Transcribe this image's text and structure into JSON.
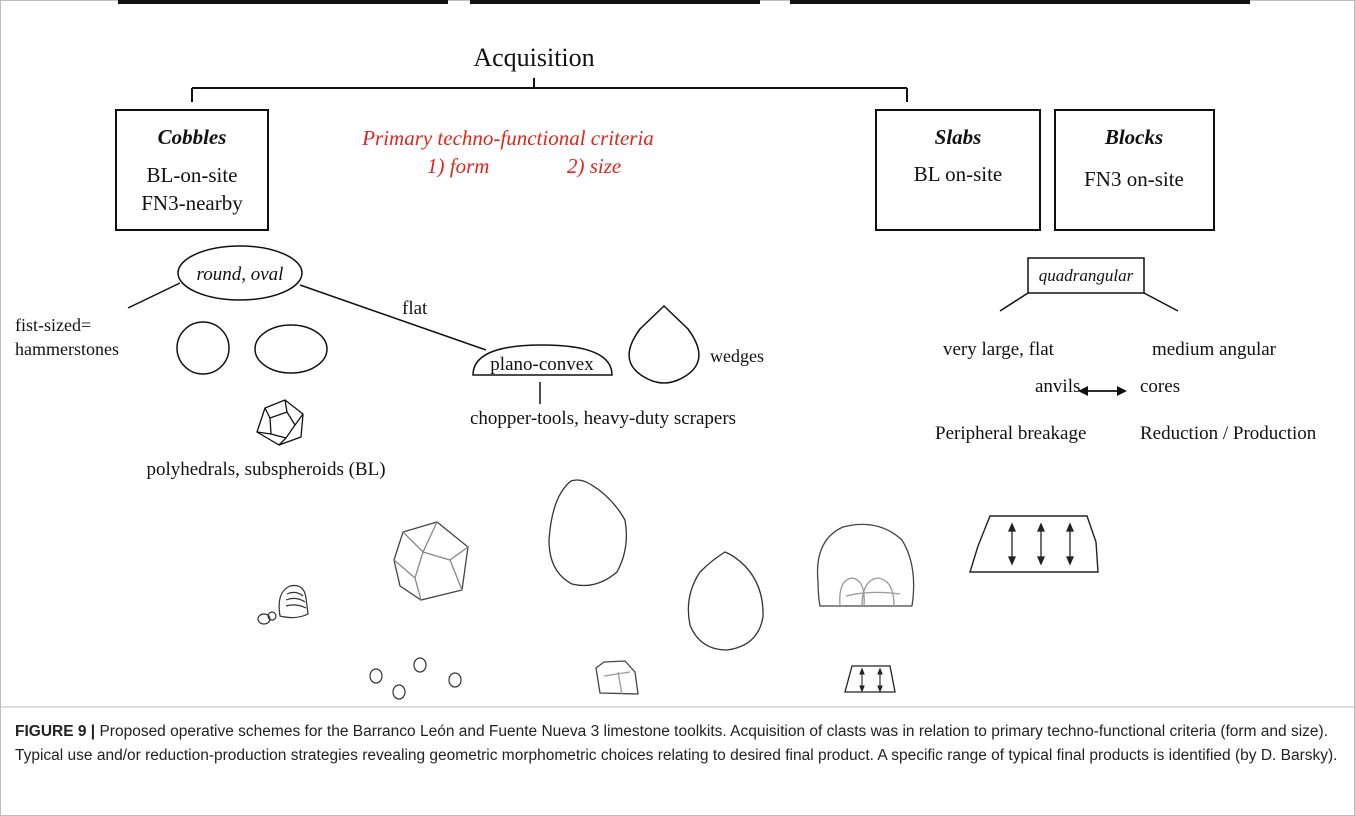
{
  "diagram": {
    "acquisition": "Acquisition",
    "criteria": {
      "title": "Primary techno-functional criteria",
      "form": "1) form",
      "size": "2) size",
      "color": "#e0261b"
    },
    "cobbles": {
      "title": "Cobbles",
      "line1": "BL-on-site",
      "line2": "FN3-nearby"
    },
    "slabs": {
      "title": "Slabs",
      "line1": "BL on-site"
    },
    "blocks": {
      "title": "Blocks",
      "line1": "FN3 on-site"
    },
    "round_oval": "round, oval",
    "flat": "flat",
    "fist_sized": "fist-sized=",
    "hammerstones": "hammerstones",
    "plano_convex": "plano-convex",
    "wedges": "wedges",
    "chopper_tools": "chopper-tools, heavy-duty scrapers",
    "polyhedrals": "polyhedrals, subspheroids (BL)",
    "quadrangular": "quadrangular",
    "very_large_flat": "very large, flat",
    "medium_angular": "medium angular",
    "anvils": "anvils",
    "cores": "cores",
    "peripheral_breakage": "Peripheral breakage",
    "reduction_production": "Reduction / Production"
  },
  "caption": {
    "label": "FIGURE 9 |",
    "text": "Proposed operative schemes for the Barranco León and Fuente Nueva 3 limestone toolkits. Acquisition of clasts was in relation to primary techno-functional criteria (form and size). Typical use and/or reduction-production strategies revealing geometric morphometric choices relating to desired final product. A specific range of typical final products is identified (by D. Barsky)."
  }
}
